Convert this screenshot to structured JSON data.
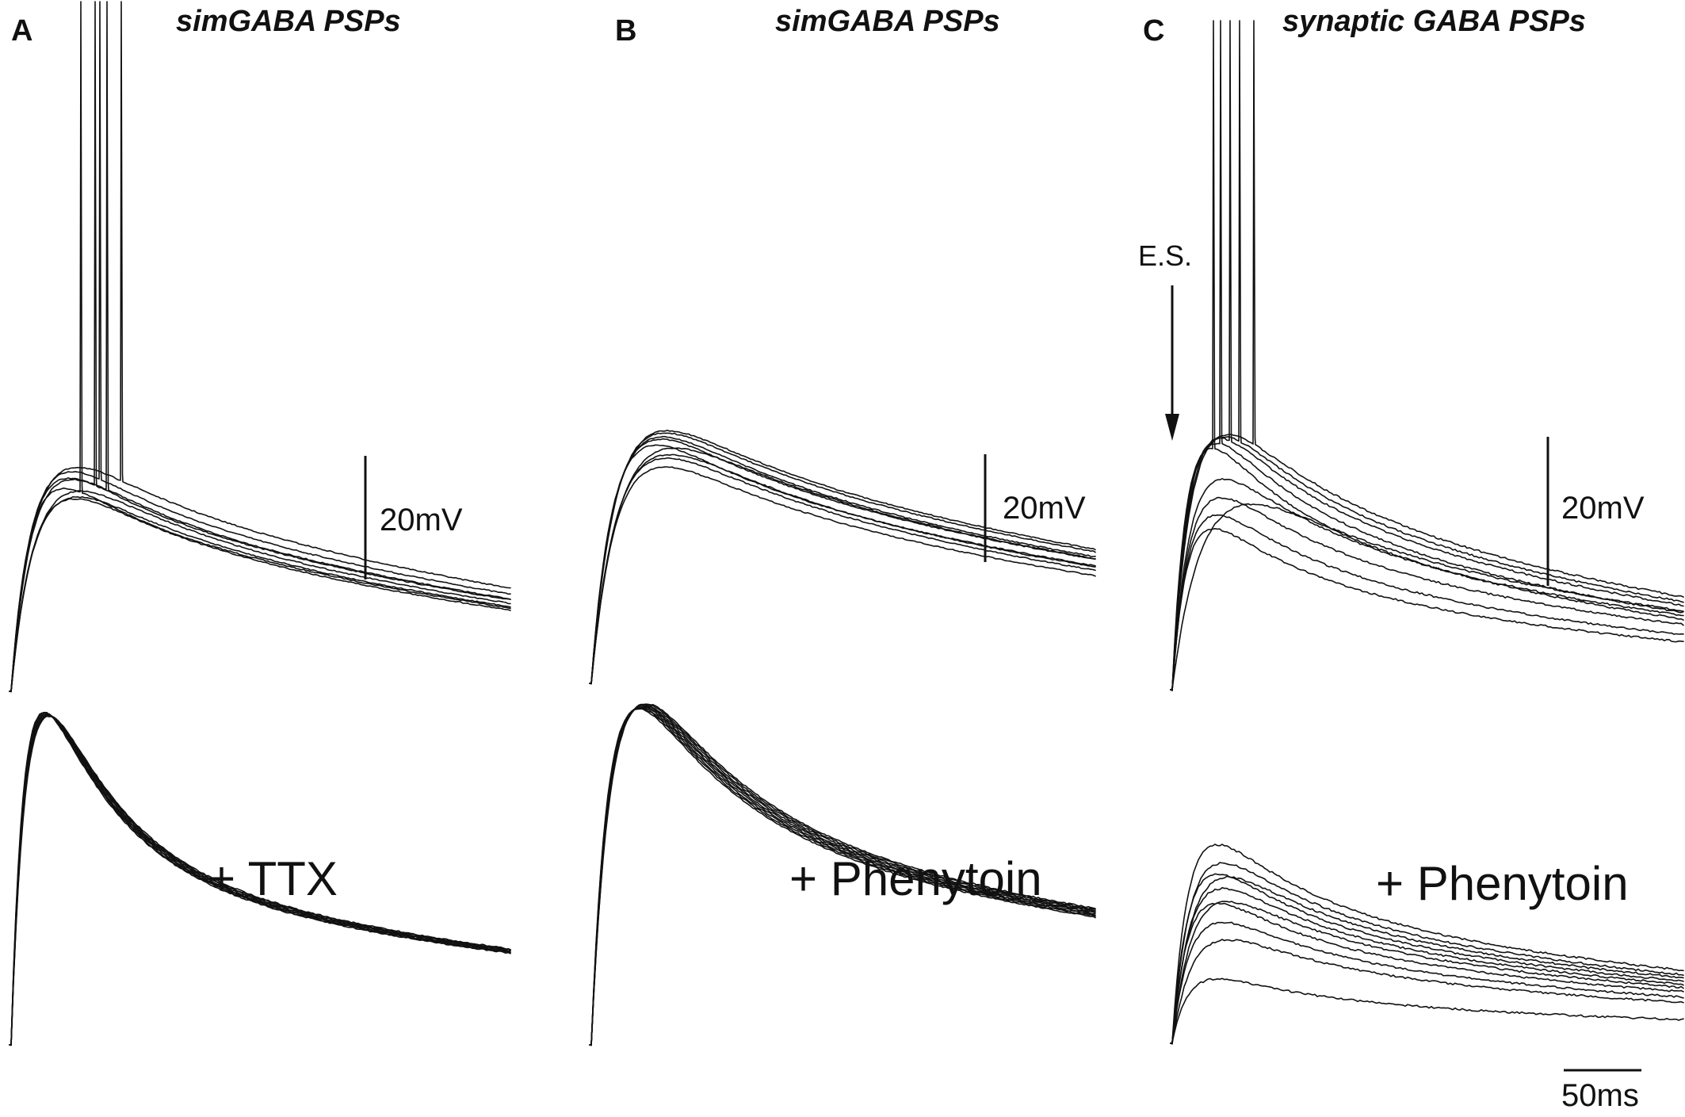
{
  "panels": [
    {
      "letter": "A",
      "title": "simGABA PSPs",
      "condition": "+ TTX"
    },
    {
      "letter": "B",
      "title": "simGABA PSPs",
      "condition": "+ Phenytoin"
    },
    {
      "letter": "C",
      "title": "synaptic GABA PSPs",
      "condition": "+ Phenytoin"
    }
  ],
  "scale": {
    "voltage": "20mV",
    "time": "50ms"
  },
  "annotation": {
    "stimulus": "E.S."
  },
  "colors": {
    "trace": "#111111",
    "background": "#ffffff"
  }
}
